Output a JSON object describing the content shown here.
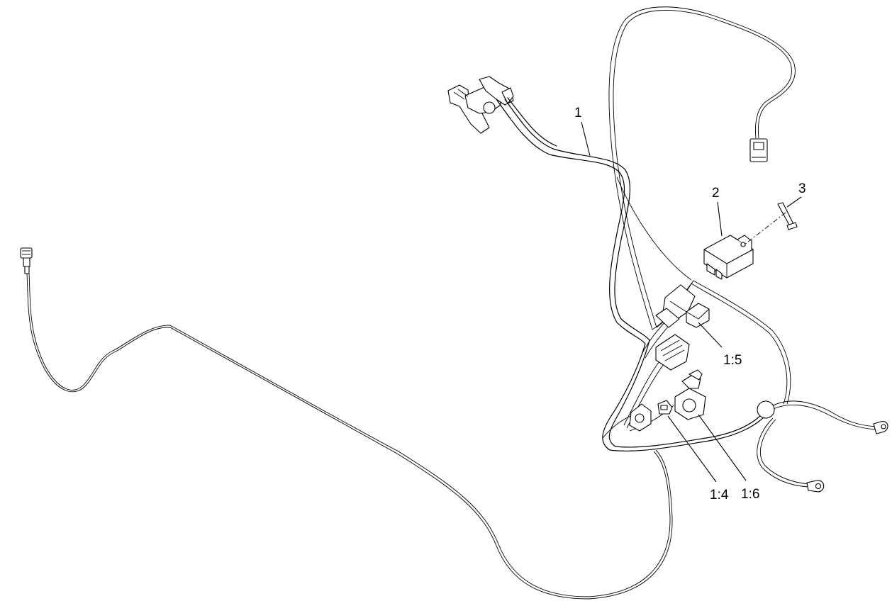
{
  "callouts": {
    "c1": "1",
    "c2": "2",
    "c3": "3",
    "c1_5": "1:5",
    "c1_4": "1:4",
    "c1_6": "1:6"
  }
}
